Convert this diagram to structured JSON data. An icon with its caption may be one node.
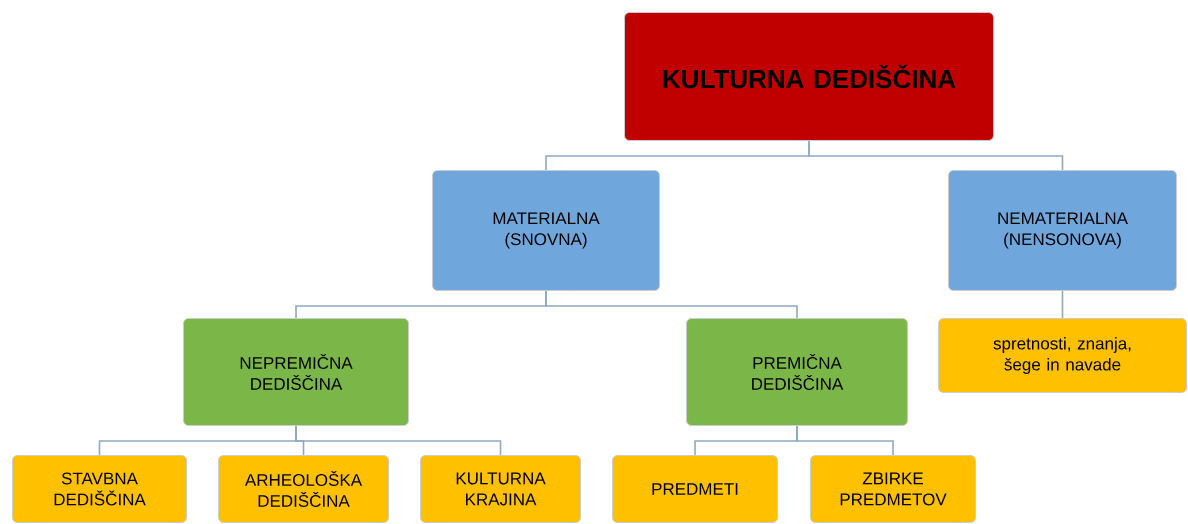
{
  "diagram": {
    "nodes": [
      {
        "text": [
          "KULTURNA DEDIŠČINA"
        ]
      },
      {
        "text": [
          "MATERIALNA (SNOVNA)"
        ]
      },
      {
        "text": [
          "NEMATERIALNA (NENSONOVA)"
        ]
      },
      {
        "text": [
          "NEPREMIČNA DEDIŠČINA"
        ]
      },
      {
        "text": [
          "PREMIČNA DEDIŠČINA"
        ]
      },
      {
        "text": [
          "spretnosti, znanja, šege in navade"
        ]
      },
      {
        "text": [
          "STAVBNA DEDIŠČINA"
        ]
      },
      {
        "text": [
          "ARHEOLOŠKA DEDIŠČINA"
        ]
      },
      {
        "text": [
          "KULTURNA KRAJINA"
        ]
      },
      {
        "text": [
          "PREDMETI"
        ]
      },
      {
        "text": [
          "ZBIRKE PREDMETOV"
        ]
      }
    ],
    "edges": [
      {
        "from": 0,
        "to": 1,
        "arrow": "none"
      },
      {
        "from": 0,
        "to": 2,
        "arrow": "none"
      },
      {
        "from": 1,
        "to": 3,
        "arrow": "none"
      },
      {
        "from": 1,
        "to": 4,
        "arrow": "none"
      },
      {
        "from": 2,
        "to": 5,
        "arrow": "none"
      },
      {
        "from": 3,
        "to": 6,
        "arrow": "none"
      },
      {
        "from": 3,
        "to": 7,
        "arrow": "none"
      },
      {
        "from": 3,
        "to": 8,
        "arrow": "none"
      },
      {
        "from": 4,
        "to": 9,
        "arrow": "none"
      },
      {
        "from": 4,
        "to": 10,
        "arrow": "none"
      }
    ]
  }
}
